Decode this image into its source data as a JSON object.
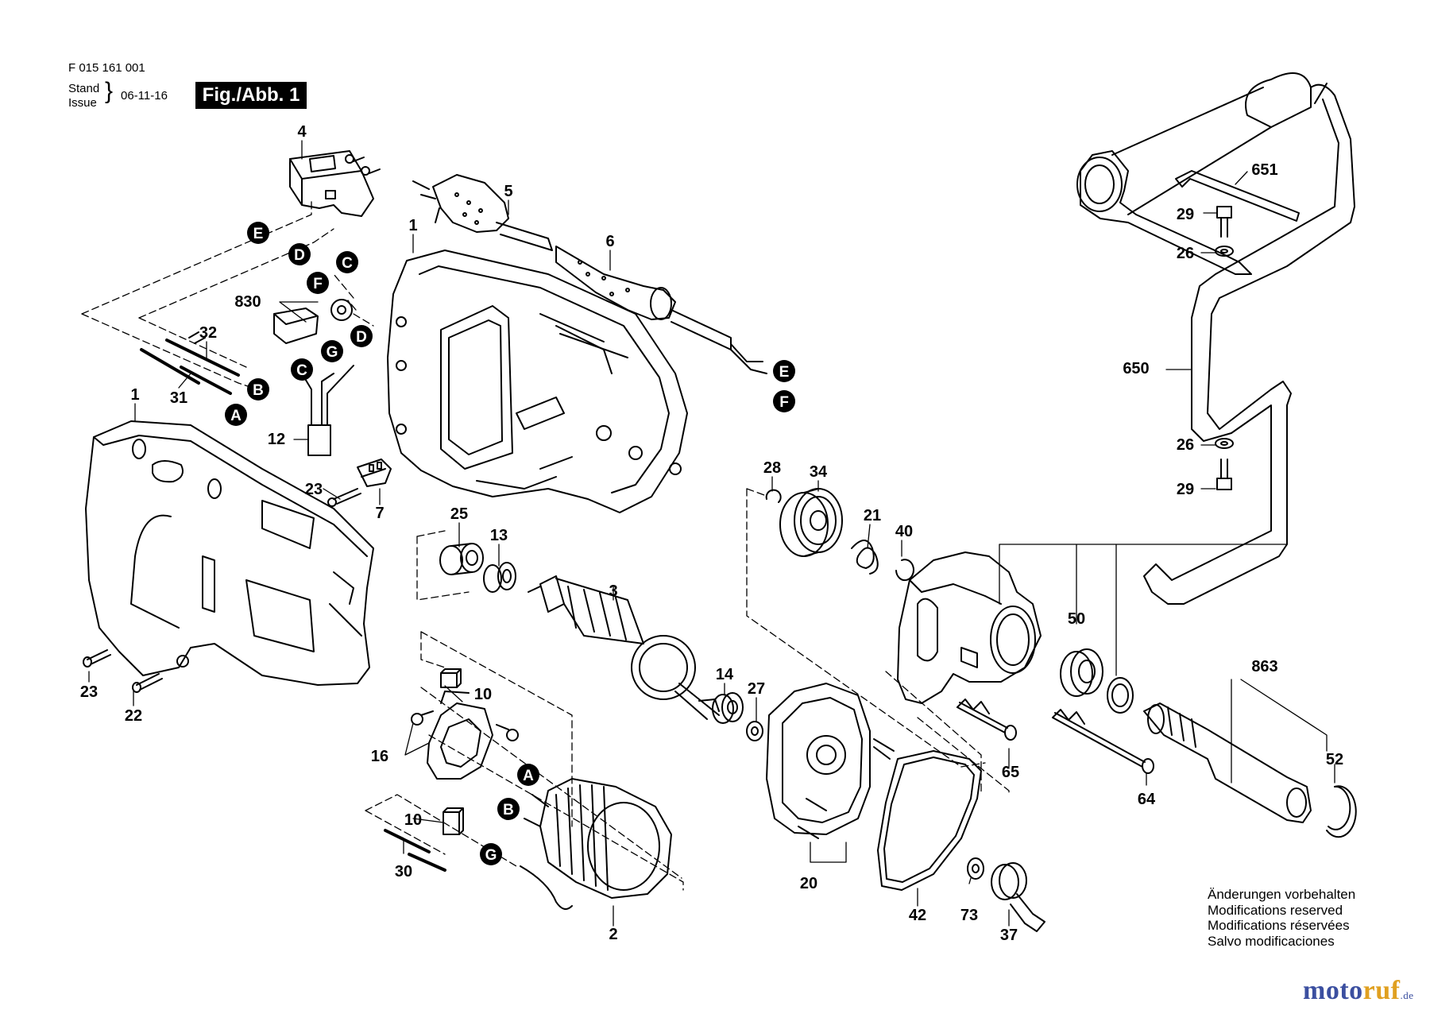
{
  "header": {
    "part_number": "F 015 161 001",
    "stand_label": "Stand",
    "issue_label": "Issue",
    "date": "06-11-16",
    "figure_label": "Fig./Abb. 1"
  },
  "notice": [
    "Änderungen vorbehalten",
    "Modifications reserved",
    "Modifications réservées",
    "Salvo modificaciones"
  ],
  "watermark": {
    "text_a": "moto",
    "text_b": "ruf",
    "suffix": ".de"
  },
  "callouts": {
    "c1": "1",
    "c1b": "1",
    "c2": "2",
    "c3": "3",
    "c4": "4",
    "c5": "5",
    "c6": "6",
    "c7": "7",
    "c10a": "10",
    "c10b": "10",
    "c12": "12",
    "c13": "13",
    "c14": "14",
    "c16": "16",
    "c20": "20",
    "c21": "21",
    "c22": "22",
    "c23a": "23",
    "c23b": "23",
    "c25": "25",
    "c26a": "26",
    "c26b": "26",
    "c27": "27",
    "c28": "28",
    "c29a": "29",
    "c29b": "29",
    "c30": "30",
    "c31": "31",
    "c32": "32",
    "c34": "34",
    "c37": "37",
    "c40": "40",
    "c42": "42",
    "c50": "50",
    "c52": "52",
    "c64": "64",
    "c65": "65",
    "c73": "73",
    "c650": "650",
    "c651": "651",
    "c830": "830",
    "c863": "863"
  },
  "markers": {
    "E1": "E",
    "D1": "D",
    "F1": "F",
    "C1": "C",
    "D2": "D",
    "G1": "G",
    "C2": "C",
    "B1": "B",
    "A1": "A",
    "E2": "E",
    "F2": "F",
    "A2": "A",
    "B2": "B",
    "G2": "G"
  }
}
